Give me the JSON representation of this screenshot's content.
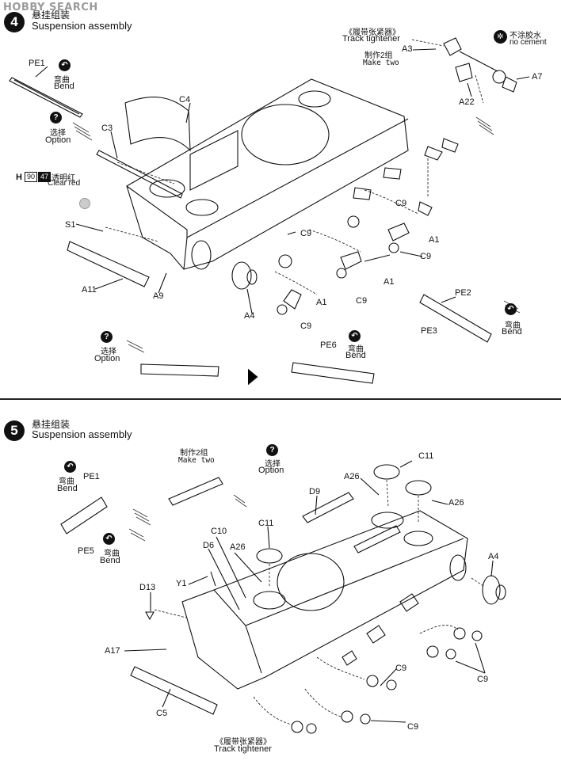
{
  "watermark": "HOBBY SEARCH",
  "steps": [
    {
      "number": "4",
      "title_zh": "悬挂组装",
      "title_en": "Suspension assembly",
      "labels": {
        "pe1": "PE1",
        "bend_zh": "弯曲",
        "bend_en": "Bend",
        "option_zh": "选择",
        "option_en": "Option",
        "c4": "C4",
        "c3": "C3",
        "paint_h": "H",
        "paint_num1": "90",
        "paint_num2": "47",
        "paint_zh": "透明红",
        "paint_en": "Clear red",
        "s1": "S1",
        "a11": "A11",
        "a9": "A9",
        "a4": "A4",
        "a1_first": "A1",
        "a1_second": "A1",
        "a1_third": "A1",
        "c9_1": "C9",
        "c9_2": "C9",
        "c9_3": "C9",
        "c9_4": "C9",
        "c9_5": "C9",
        "track_tightener_zh": "《履带张紧器》",
        "track_tightener_en": "Track tightener",
        "make_two_zh": "制作2组",
        "make_two_en": "Make two",
        "no_cement_zh": "不涂胶水",
        "no_cement_en": "no cement",
        "a3": "A3",
        "a7": "A7",
        "a22": "A22",
        "pe2": "PE2",
        "pe3": "PE3",
        "pe6": "PE6",
        "bend2_zh": "弯曲",
        "bend2_en": "Bend",
        "bend3_zh": "弯曲",
        "bend3_en": "Bend",
        "option2_zh": "选择",
        "option2_en": "Option"
      }
    },
    {
      "number": "5",
      "title_zh": "悬挂组装",
      "title_en": "Suspension assembly",
      "labels": {
        "make_two_zh": "制作2组",
        "make_two_en": "Make two",
        "option_zh": "选择",
        "option_en": "Option",
        "bend_zh": "弯曲",
        "bend_en": "Bend",
        "pe1": "PE1",
        "pe5": "PE5",
        "bend2_zh": "弯曲",
        "bend2_en": "Bend",
        "c11_top": "C11",
        "c11_mid": "C11",
        "a26_1": "A26",
        "a26_2": "A26",
        "a26_3": "A26",
        "d9": "D9",
        "c10": "C10",
        "d6": "D6",
        "y1": "Y1",
        "d13": "D13",
        "a17": "A17",
        "c5": "C5",
        "a4": "A4",
        "c9_1": "C9",
        "c9_2": "C9",
        "c9_3": "C9",
        "track_tightener_zh": "《履带张紧器》",
        "track_tightener_en": "Track tightener"
      }
    }
  ],
  "icons": {
    "bend": "bend-arrow-icon",
    "option": "question-icon",
    "no_cement": "no-glue-icon"
  }
}
